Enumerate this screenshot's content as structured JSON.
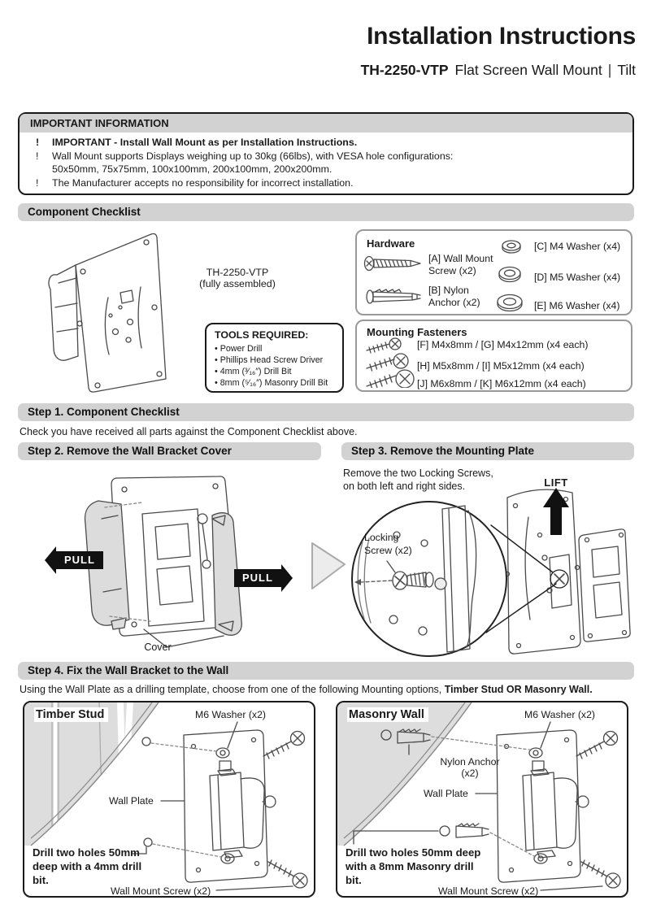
{
  "colors": {
    "section_bar_bg": "#d2d2d2",
    "text": "#1a1a1a",
    "illustration_gray": "#dcdcdc",
    "arrow_fill": "#111111"
  },
  "header": {
    "title": "Installation Instructions",
    "model": "TH-2250-VTP",
    "product": "Flat Screen Wall Mount",
    "separator": "|",
    "variant": "Tilt"
  },
  "important": {
    "heading": "IMPORTANT INFORMATION",
    "marker": "!",
    "item1": "IMPORTANT - Install Wall Mount as per Installation Instructions.",
    "item2_line1": "Wall Mount supports Displays weighing up to 30kg (66lbs), with VESA hole configurations:",
    "item2_line2": "50x50mm, 75x75mm, 100x100mm, 200x100mm, 200x200mm.",
    "item3": "The Manufacturer accepts no responsibility for incorrect installation."
  },
  "checklist": {
    "heading": "Component Checklist",
    "product_name": "TH-2250-VTP",
    "product_note": "(fully assembled)",
    "tools_heading": "TOOLS REQUIRED:",
    "tools": [
      "Power Drill",
      "Phillips Head Screw Driver",
      "4mm (³⁄₁₆″) Drill Bit",
      "8mm (⁵⁄₁₆″) Masonry Drill Bit"
    ],
    "hardware_heading": "Hardware",
    "hw_a_line1": "[A] Wall Mount",
    "hw_a_line2": "Screw (x2)",
    "hw_b_line1": "[B] Nylon",
    "hw_b_line2": "Anchor (x2)",
    "hw_c": "[C] M4 Washer (x4)",
    "hw_d": "[D] M5 Washer (x4)",
    "hw_e": "[E] M6 Washer (x4)",
    "fasteners_heading": "Mounting Fasteners",
    "fasteners": [
      "[F] M4x8mm / [G] M4x12mm (x4 each)",
      "[H] M5x8mm / [I] M5x12mm (x4 each)",
      "[J] M6x8mm / [K] M6x12mm (x4 each)"
    ]
  },
  "step1": {
    "heading": "Step 1. Component Checklist",
    "body": "Check you have received all parts against the Component Checklist above."
  },
  "step2": {
    "heading": "Step 2. Remove the Wall Bracket Cover",
    "pull": "PULL",
    "cover": "Cover"
  },
  "step3": {
    "heading": "Step 3. Remove the Mounting Plate",
    "line1": "Remove the two Locking Screws,",
    "line2": "on both left and right sides.",
    "lift": "LIFT",
    "locking_line1": "Locking",
    "locking_line2": "Screw (x2)"
  },
  "step4": {
    "heading": "Step 4. Fix the Wall Bracket to the Wall",
    "body_prefix": "Using the Wall Plate as a drilling template, choose from one of the following Mounting options, ",
    "body_bold": "Timber Stud OR Masonry Wall",
    "body_suffix": ".",
    "timber": {
      "heading": "Timber Stud",
      "washer": "M6 Washer (x2)",
      "wall_plate": "Wall Plate",
      "drill_note": "Drill two holes 50mm deep with a 4mm drill bit.",
      "screw": "Wall Mount Screw (x2)"
    },
    "masonry": {
      "heading": "Masonry Wall",
      "washer": "M6 Washer (x2)",
      "anchor_line1": "Nylon Anchor",
      "anchor_line2": "(x2)",
      "wall_plate": "Wall Plate",
      "drill_note": "Drill two holes 50mm deep with a 8mm Masonry drill bit.",
      "screw": "Wall Mount Screw (x2)"
    }
  }
}
